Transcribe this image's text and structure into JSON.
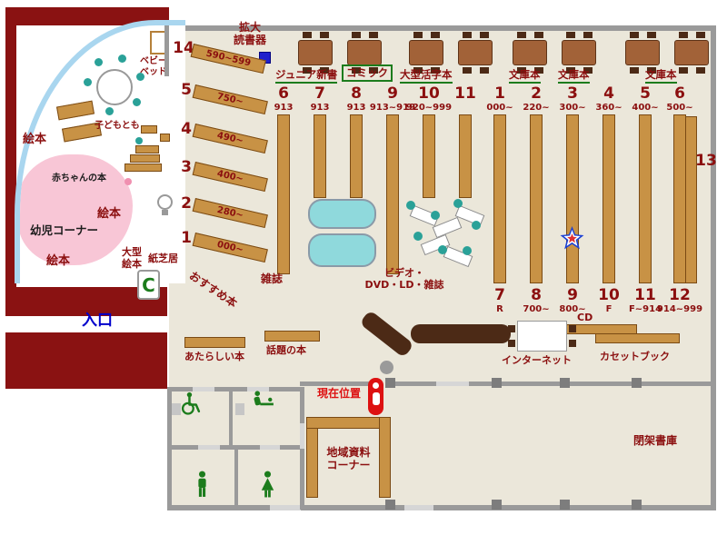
{
  "colors": {
    "maroon": "#8a1212",
    "floor": "#ebe7da",
    "shelf": "#c89245",
    "shelf_border": "#7a4a14",
    "dark_wood": "#4c2a16",
    "table_wood": "#a26238",
    "label_red": "#8b0f0f",
    "wall": "#9a9a9a",
    "accent_green": "#1c7c1c",
    "accent_blue": "#0000cc",
    "marker_red": "#dd1111",
    "cyan_table": "#8fd9dc",
    "pink_area": "#f8c6d6",
    "arc_blue": "#a9d6ef",
    "stool_teal": "#2aa198"
  },
  "entrance_label": "入口",
  "magnifier": {
    "line1": "拡大",
    "line2": "読書器"
  },
  "children_corner": {
    "picture_books_1": "絵本",
    "picture_books_2": "絵本",
    "picture_books_3": "絵本",
    "baby_books": "赤ちゃんの本",
    "toddler_corner": "幼児コーナー",
    "kids_label": "子どもとも",
    "large_picture_books": "大型絵本",
    "kamishibai": "紙芝居",
    "baby_bed": "ベビーベッド",
    "copier": "C"
  },
  "diagonal_shelves": [
    {
      "num": "14",
      "range": "590~599"
    },
    {
      "num": "5",
      "range": "750~"
    },
    {
      "num": "4",
      "range": "490~"
    },
    {
      "num": "3",
      "range": "400~"
    },
    {
      "num": "2",
      "range": "280~"
    },
    {
      "num": "1",
      "range": "000~"
    }
  ],
  "recommended_books": "おすすめ本",
  "section_labels": [
    "ジュニア新書",
    "コミック",
    "大型活字本",
    "文庫本",
    "文庫本",
    "文庫本"
  ],
  "left_columns": [
    {
      "num": "6",
      "range": "913"
    },
    {
      "num": "7",
      "range": "913"
    },
    {
      "num": "8",
      "range": "913"
    },
    {
      "num": "9",
      "range": "913~919"
    },
    {
      "num": "10",
      "range": "920~999"
    },
    {
      "num": "11",
      "range": ""
    }
  ],
  "right_columns_top": [
    {
      "num": "1",
      "range": "000~"
    },
    {
      "num": "2",
      "range": "220~"
    },
    {
      "num": "3",
      "range": "300~"
    },
    {
      "num": "4",
      "range": "360~"
    },
    {
      "num": "5",
      "range": "400~"
    },
    {
      "num": "6",
      "range": "500~"
    }
  ],
  "right_columns_bottom": [
    {
      "num": "7",
      "range": "R"
    },
    {
      "num": "8",
      "range": "700~"
    },
    {
      "num": "9",
      "range": "800~"
    },
    {
      "num": "10",
      "range": "F"
    },
    {
      "num": "11",
      "range": "F~914"
    },
    {
      "num": "12",
      "range": "914~999"
    }
  ],
  "shelf_13": "13",
  "magazines": "雑誌",
  "video_corner": {
    "line1": "ビデオ・",
    "line2": "DVD・LD・雑誌"
  },
  "new_books": "あたらしい本",
  "featured_books": "話題の本",
  "current_location": "現在位置",
  "service": {
    "cd": "CD",
    "internet": "インターネット",
    "cassette": "カセットブック"
  },
  "local_materials": {
    "line1": "地域資料",
    "line2": "コーナー"
  },
  "closed_stacks": "閉架書庫"
}
